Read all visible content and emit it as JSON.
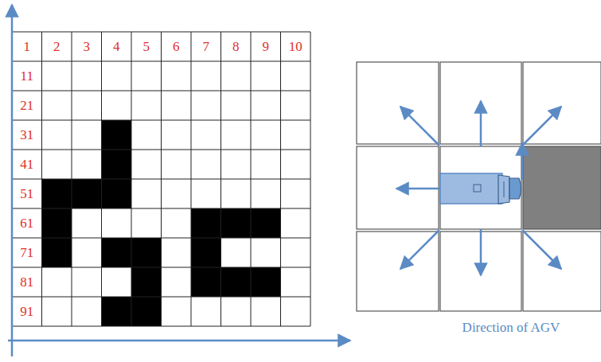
{
  "diagram": {
    "labels": [
      "1",
      "2",
      "3",
      "4",
      "5",
      "6",
      "7",
      "8",
      "9",
      "10",
      "11",
      "21",
      "31",
      "41",
      "51",
      "61",
      "71",
      "81",
      "91",
      "Direction of AGV"
    ]
  }
}
